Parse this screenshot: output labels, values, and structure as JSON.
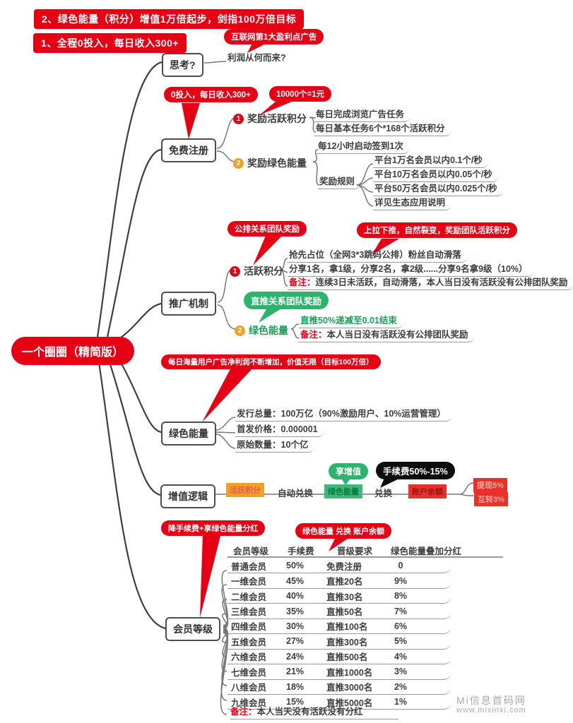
{
  "banners": {
    "line2": "2、绿色能量（积分）增值1万倍起步，剑指100万倍目标",
    "line1": "1、全程0投入，每日收入300+"
  },
  "root_label": "一个圈圈（精简版）",
  "think": {
    "node": "思考?",
    "bubble": "互联网第1大盈利点广告",
    "leaf": "利润从何而来?"
  },
  "register": {
    "node": "免费注册",
    "bubble_left": "0投入，每日收入300+",
    "bubble_right": "10000个=1元",
    "item1": {
      "num": "1",
      "label": "奖励活跃积分",
      "leaves": [
        "每日完成浏览广告任务",
        "每日基本任务6个*168个活跃积分"
      ]
    },
    "item2": {
      "num": "2",
      "label": "奖励绿色能量",
      "leaf": "每12小时启动签到1次",
      "rules_label": "奖励规则",
      "rules": [
        "平台1万名会员以内0.1个/秒",
        "平台10万名会员以内0.05个/秒",
        "平台50万名会员以内0.025个/秒",
        "详见生态应用说明"
      ]
    }
  },
  "promotion": {
    "node": "推广机制",
    "bubble_public": "公排关系团队奖励",
    "bubble_push": "上拉下推，自然裂变，奖励团队活跃积分",
    "item1": {
      "num": "1",
      "label": "活跃积分",
      "leaves": [
        "抢先占位（全网3*3跳码公排）粉丝自动滑落",
        "分享1名，拿1级，分享2名，拿2级......分享9名拿9级（10%）"
      ],
      "note_label": "备注：",
      "note": "连续3日未活跃，自动滑落，本人当日没有活跃没有公排团队奖励"
    },
    "bubble_direct": "直推关系团队奖励",
    "item2": {
      "num": "2",
      "label": "绿色能量",
      "leaf_green": "直推50%递减至0.01结束",
      "note_label": "备注：",
      "note": "本人当日没有活跃没有公排团队奖励"
    }
  },
  "energy": {
    "node": "绿色能量",
    "bubble": "每日海量用户广告净利润不断增加，价值无限（目标100万倍）",
    "leaves": [
      "发行总量：100万亿（90%激励用户、10%运营管理）",
      "首发价格：0.000001",
      "原始数量：10个亿"
    ]
  },
  "value_logic": {
    "node": "增值逻辑",
    "badge_points": "活跃积分",
    "auto_exchange": "自动兑换",
    "bubble_green": "享增值",
    "badge_energy": "绿色能量",
    "exchange": "兑换",
    "bubble_black": "手续费50%-15%",
    "badge_balance": "账户余额",
    "badge_withdraw": "提现5%",
    "badge_transfer": "互转3%"
  },
  "membership": {
    "node": "会员等级",
    "bubble_left": "降手续费+享绿色能量分红",
    "bubble_right": "绿色能量 兑换 账户余额",
    "table": {
      "headers": [
        "会员等级",
        "手续费",
        "晋级要求",
        "绿色能量叠加分红"
      ],
      "rows": [
        [
          "普通会员",
          "50%",
          "免费注册",
          "0"
        ],
        [
          "一维会员",
          "45%",
          "直推20名",
          "9%"
        ],
        [
          "二维会员",
          "40%",
          "直推30名",
          "8%"
        ],
        [
          "三维会员",
          "35%",
          "直推50名",
          "7%"
        ],
        [
          "四维会员",
          "30%",
          "直推100名",
          "6%"
        ],
        [
          "五维会员",
          "27%",
          "直推300名",
          "5%"
        ],
        [
          "六维会员",
          "24%",
          "直推500名",
          "4%"
        ],
        [
          "七维会员",
          "21%",
          "直推1000名",
          "3%"
        ],
        [
          "八维会员",
          "18%",
          "直推3000名",
          "2%"
        ],
        [
          "九维会员",
          "15%",
          "直推5000名",
          "1%"
        ]
      ],
      "note_label": "备注：",
      "note": "本人当天没有活跃没有分红"
    }
  },
  "watermark": {
    "line1": "Mi信息首码网",
    "line2": "www.mixinxi.com"
  },
  "colors": {
    "red": "#e60014",
    "green": "#2db46c",
    "orange": "#f0a028",
    "black": "#0d0d0d"
  }
}
